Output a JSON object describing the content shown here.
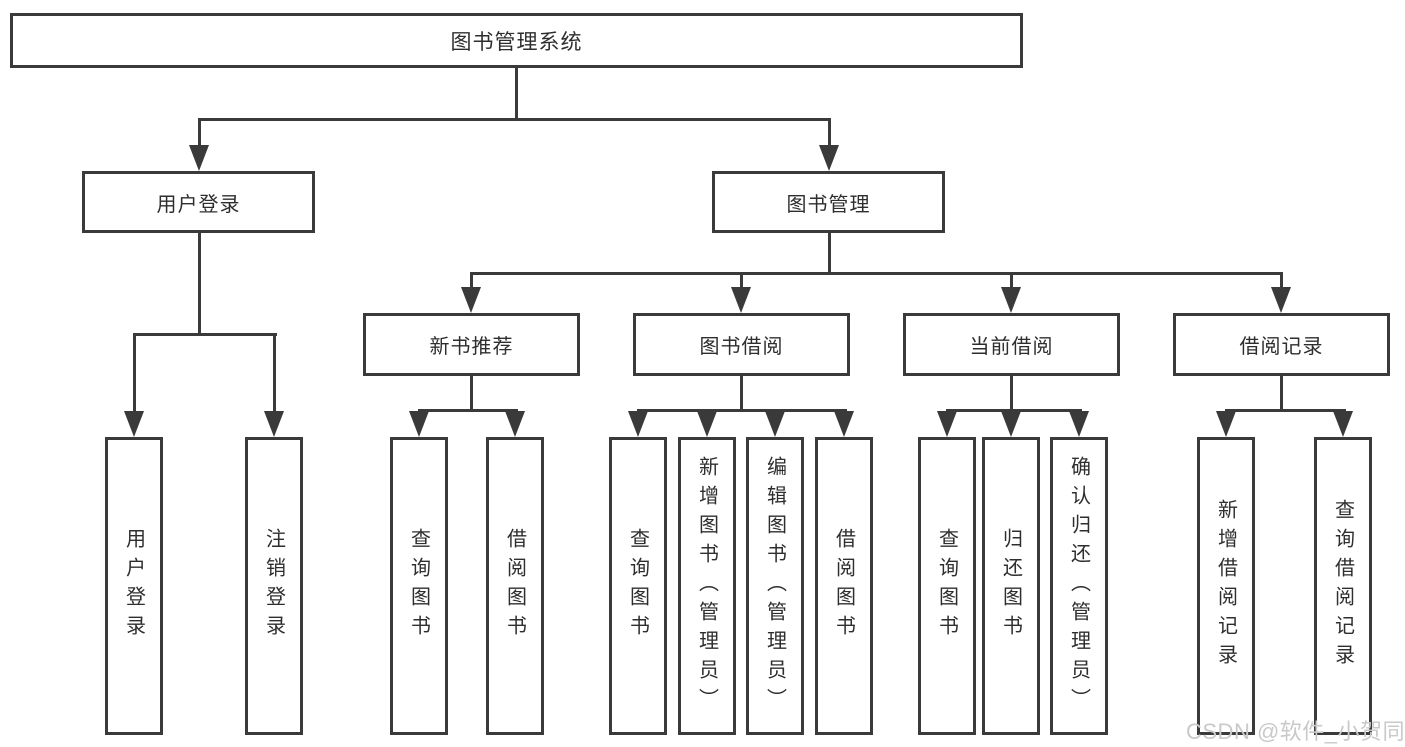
{
  "diagram": {
    "root": {
      "label": "图书管理系统"
    },
    "level2": [
      {
        "label": "用户登录",
        "leaves": [
          {
            "label": "用户登录"
          },
          {
            "label": "注销登录"
          }
        ]
      },
      {
        "label": "图书管理",
        "sections": [
          {
            "label": "新书推荐",
            "leaves": [
              {
                "label": "查询图书"
              },
              {
                "label": "借阅图书"
              }
            ]
          },
          {
            "label": "图书借阅",
            "leaves": [
              {
                "label": "查询图书"
              },
              {
                "label": "新增图书（管理员）"
              },
              {
                "label": "编辑图书（管理员）"
              },
              {
                "label": "借阅图书"
              }
            ]
          },
          {
            "label": "当前借阅",
            "leaves": [
              {
                "label": "查询图书"
              },
              {
                "label": "归还图书"
              },
              {
                "label": "确认归还（管理员）"
              }
            ]
          },
          {
            "label": "借阅记录",
            "leaves": [
              {
                "label": "新增借阅记录"
              },
              {
                "label": "查询借阅记录"
              }
            ]
          }
        ]
      }
    ]
  },
  "watermark": {
    "text": "CSDN @软件_小贺同学"
  },
  "colors": {
    "line": "#3a3a3a",
    "text": "#2e2e2e",
    "background": "#ffffff",
    "watermark": "#c9c9c9"
  }
}
